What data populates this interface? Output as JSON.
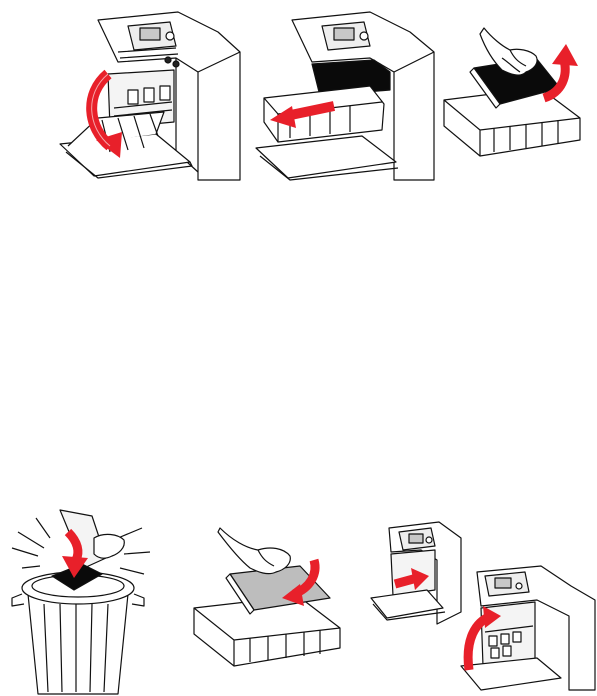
{
  "document": {
    "steps": [
      {
        "id": "open-front-door",
        "arrow": "down"
      },
      {
        "id": "pull-out-cartridge-tray",
        "arrow": "left"
      },
      {
        "id": "lift-out-used-ribbon",
        "arrow": "up"
      },
      {
        "id": "discard-used-ribbon",
        "arrow": "down"
      },
      {
        "id": "insert-new-ribbon",
        "arrow": "right"
      },
      {
        "id": "reinsert-tray-and-close-door",
        "arrow": "up"
      }
    ]
  },
  "colors": {
    "arrow": "#e8202a",
    "line": "#111111",
    "paper": "#ffffff",
    "ribbon_dark": "#0a0a0a",
    "ribbon_light": "#bdbdbd",
    "screen": "#c8c8c8"
  }
}
